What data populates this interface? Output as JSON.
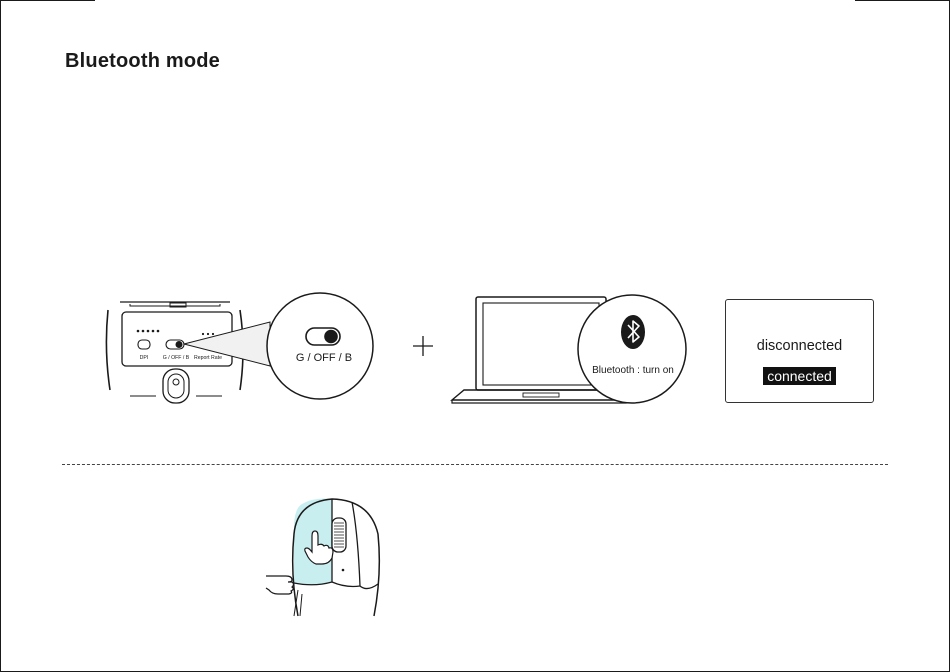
{
  "page": {
    "title": "Bluetooth mode"
  },
  "mouse_bottom": {
    "dpi_label": "DPI",
    "switch_label": "G / OFF / B",
    "report_rate_label": "Report Rate"
  },
  "magnifier": {
    "switch_label": "G / OFF / B"
  },
  "laptop": {
    "bubble_label": "Bluetooth : turn on",
    "icon": "bluetooth-icon"
  },
  "status": {
    "disconnected": "disconnected",
    "connected": "connected"
  },
  "icons": {
    "plus": "plus-icon",
    "hand": "pointing-hand-icon",
    "finger": "finger-press-icon"
  },
  "colors": {
    "highlight": "#c9eef0",
    "line": "#1a1a1a"
  }
}
